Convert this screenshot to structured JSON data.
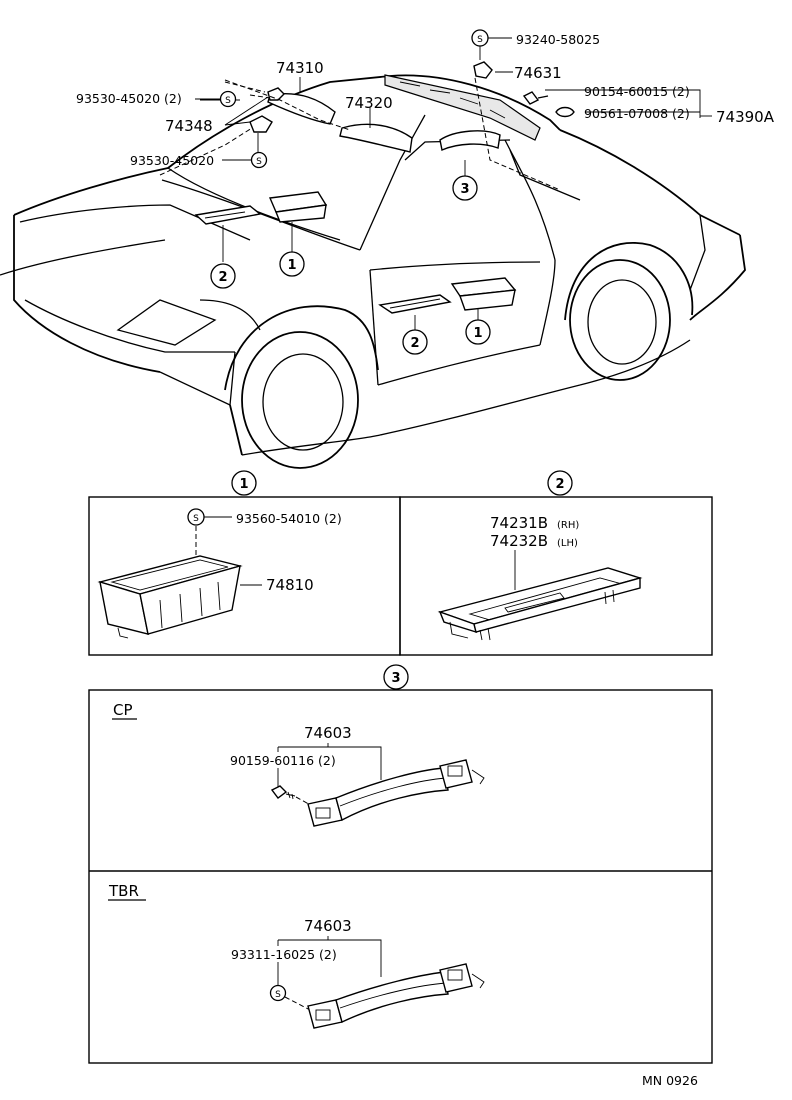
{
  "labels": {
    "p93240": "93240-58025",
    "p74631": "74631",
    "p74310": "74310",
    "p93530a": "93530-45020 (2)",
    "p74320": "74320",
    "p90154": "90154-60015 (2)",
    "p90561": "90561-07008 (2)",
    "p74390A": "74390A",
    "p74348": "74348",
    "p93530b": "93530-45020",
    "p93560": "93560-54010 (2)",
    "p74810": "74810",
    "p74231B": "74231B",
    "p74231B_side": "(RH)",
    "p74232B": "74232B",
    "p74232B_side": "(LH)",
    "cp_heading": "CP",
    "cp_74603": "74603",
    "p90159": "90159-60116 (2)",
    "tbr_heading": "TBR",
    "tbr_74603": "74603",
    "p93311": "93311-16025 (2)",
    "footer_code": "MN  0926"
  },
  "callouts": {
    "one": "1",
    "two": "2",
    "three": "3"
  },
  "symbols": {
    "s": "S"
  }
}
